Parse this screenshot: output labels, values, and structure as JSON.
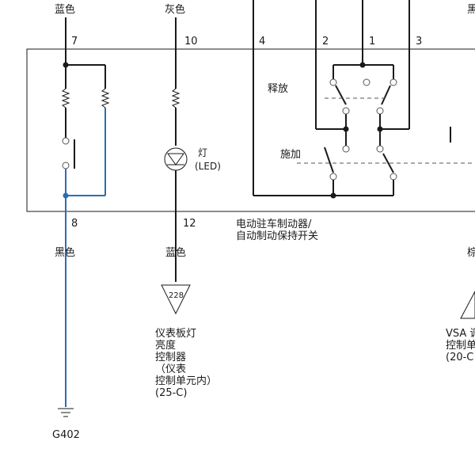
{
  "wires": {
    "blue_top": "蓝色",
    "gray_top": "灰色",
    "black_top_cut": "黑",
    "black_bottom": "黑色",
    "blue_bottom": "蓝色",
    "right_bottom_cut": "棕"
  },
  "pins": {
    "p7": "7",
    "p10": "10",
    "p4": "4",
    "p2": "2",
    "p1": "1",
    "p3": "3",
    "p8": "8",
    "p12": "12"
  },
  "component": {
    "name_line1": "电动驻车制动器/",
    "name_line2": "自动制动保持开关",
    "release": "释放",
    "apply": "施加",
    "lamp_line1": "灯",
    "lamp_line2": "(LED)"
  },
  "connector": {
    "number": "228",
    "desc": [
      "仪表板灯",
      "亮度",
      "控制器",
      "（仪表",
      "控制单元内）",
      "(25-C)"
    ]
  },
  "vsa": {
    "line1": "VSA 调",
    "line2": "控制单",
    "line3": "(20-C"
  },
  "ground": {
    "label": "G402"
  },
  "colors": {
    "wire_black": "#1a1a1a",
    "wire_blue": "#2a6db5"
  }
}
